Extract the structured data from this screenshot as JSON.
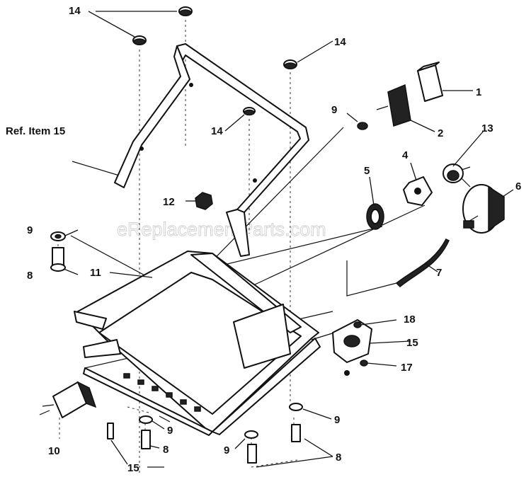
{
  "watermark": "eReplacementParts.com",
  "ref_label": "Ref. Item 15",
  "callouts": {
    "p1": "1",
    "p2": "2",
    "p4": "4",
    "p5": "5",
    "p6": "6",
    "p7": "7",
    "p8_left": "8",
    "p8_bottom": "8",
    "p8_right": "8",
    "p9_top": "9",
    "p9_left": "9",
    "p9_bottom_left": "9",
    "p9_bottom_mid": "9",
    "p9_bottom_right": "9",
    "p10": "10",
    "p11": "11",
    "p12": "12",
    "p13": "13",
    "p14_top": "14",
    "p14_right": "14",
    "p14_mid": "14",
    "p15_right": "15",
    "p15_bottom": "15",
    "p17": "17",
    "p18": "18"
  }
}
